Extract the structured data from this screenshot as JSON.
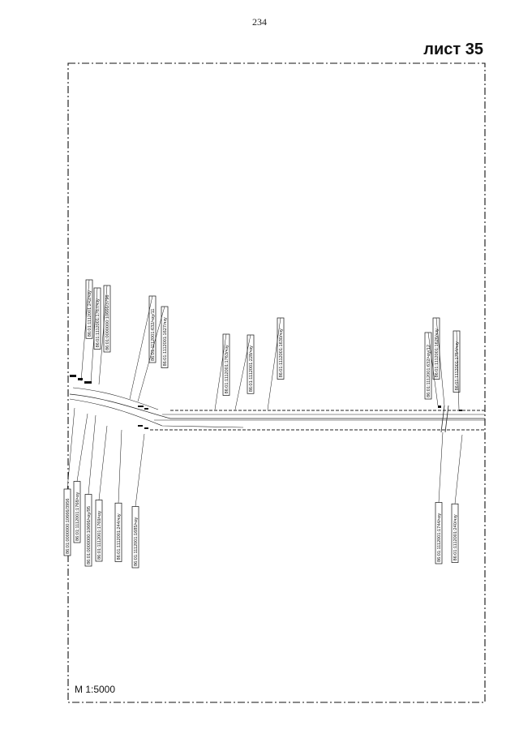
{
  "page_number": "234",
  "sheet_label": "лист 35",
  "scale": "М 1:5000",
  "colors": {
    "ink": "#111111",
    "paper": "#ffffff"
  },
  "cadastral_labels": {
    "top": [
      "86:01:1112001:242/чзу",
      "86:01:1112001:1767/чзу",
      "86:01:0000000:10666/3796",
      "86:01:1112001:632/чзу/11",
      "86:01:1112001:1627/чзу",
      "86:01:1112001:1763/чзу",
      "86:01:1112001:228/чзу",
      "86:01:1112001:1630/чзу",
      "86:01:1112001:632/чзу/12",
      "86:01:1112001:1626/чзу",
      "86:01:1112001:1754/чзу"
    ],
    "bottom": [
      "86:01:0000000:10666/3956",
      "86:01:1112001:1768/чзу",
      "86:01:0000000:10666/чзу/95",
      "86:01:1112001:1769/чзу",
      "86:01:1112001:244/чзу",
      "86:01:1112001:1685/чзу",
      "86:01:1112001:1744/чзу",
      "86:01:1112001:240/чзу"
    ]
  }
}
